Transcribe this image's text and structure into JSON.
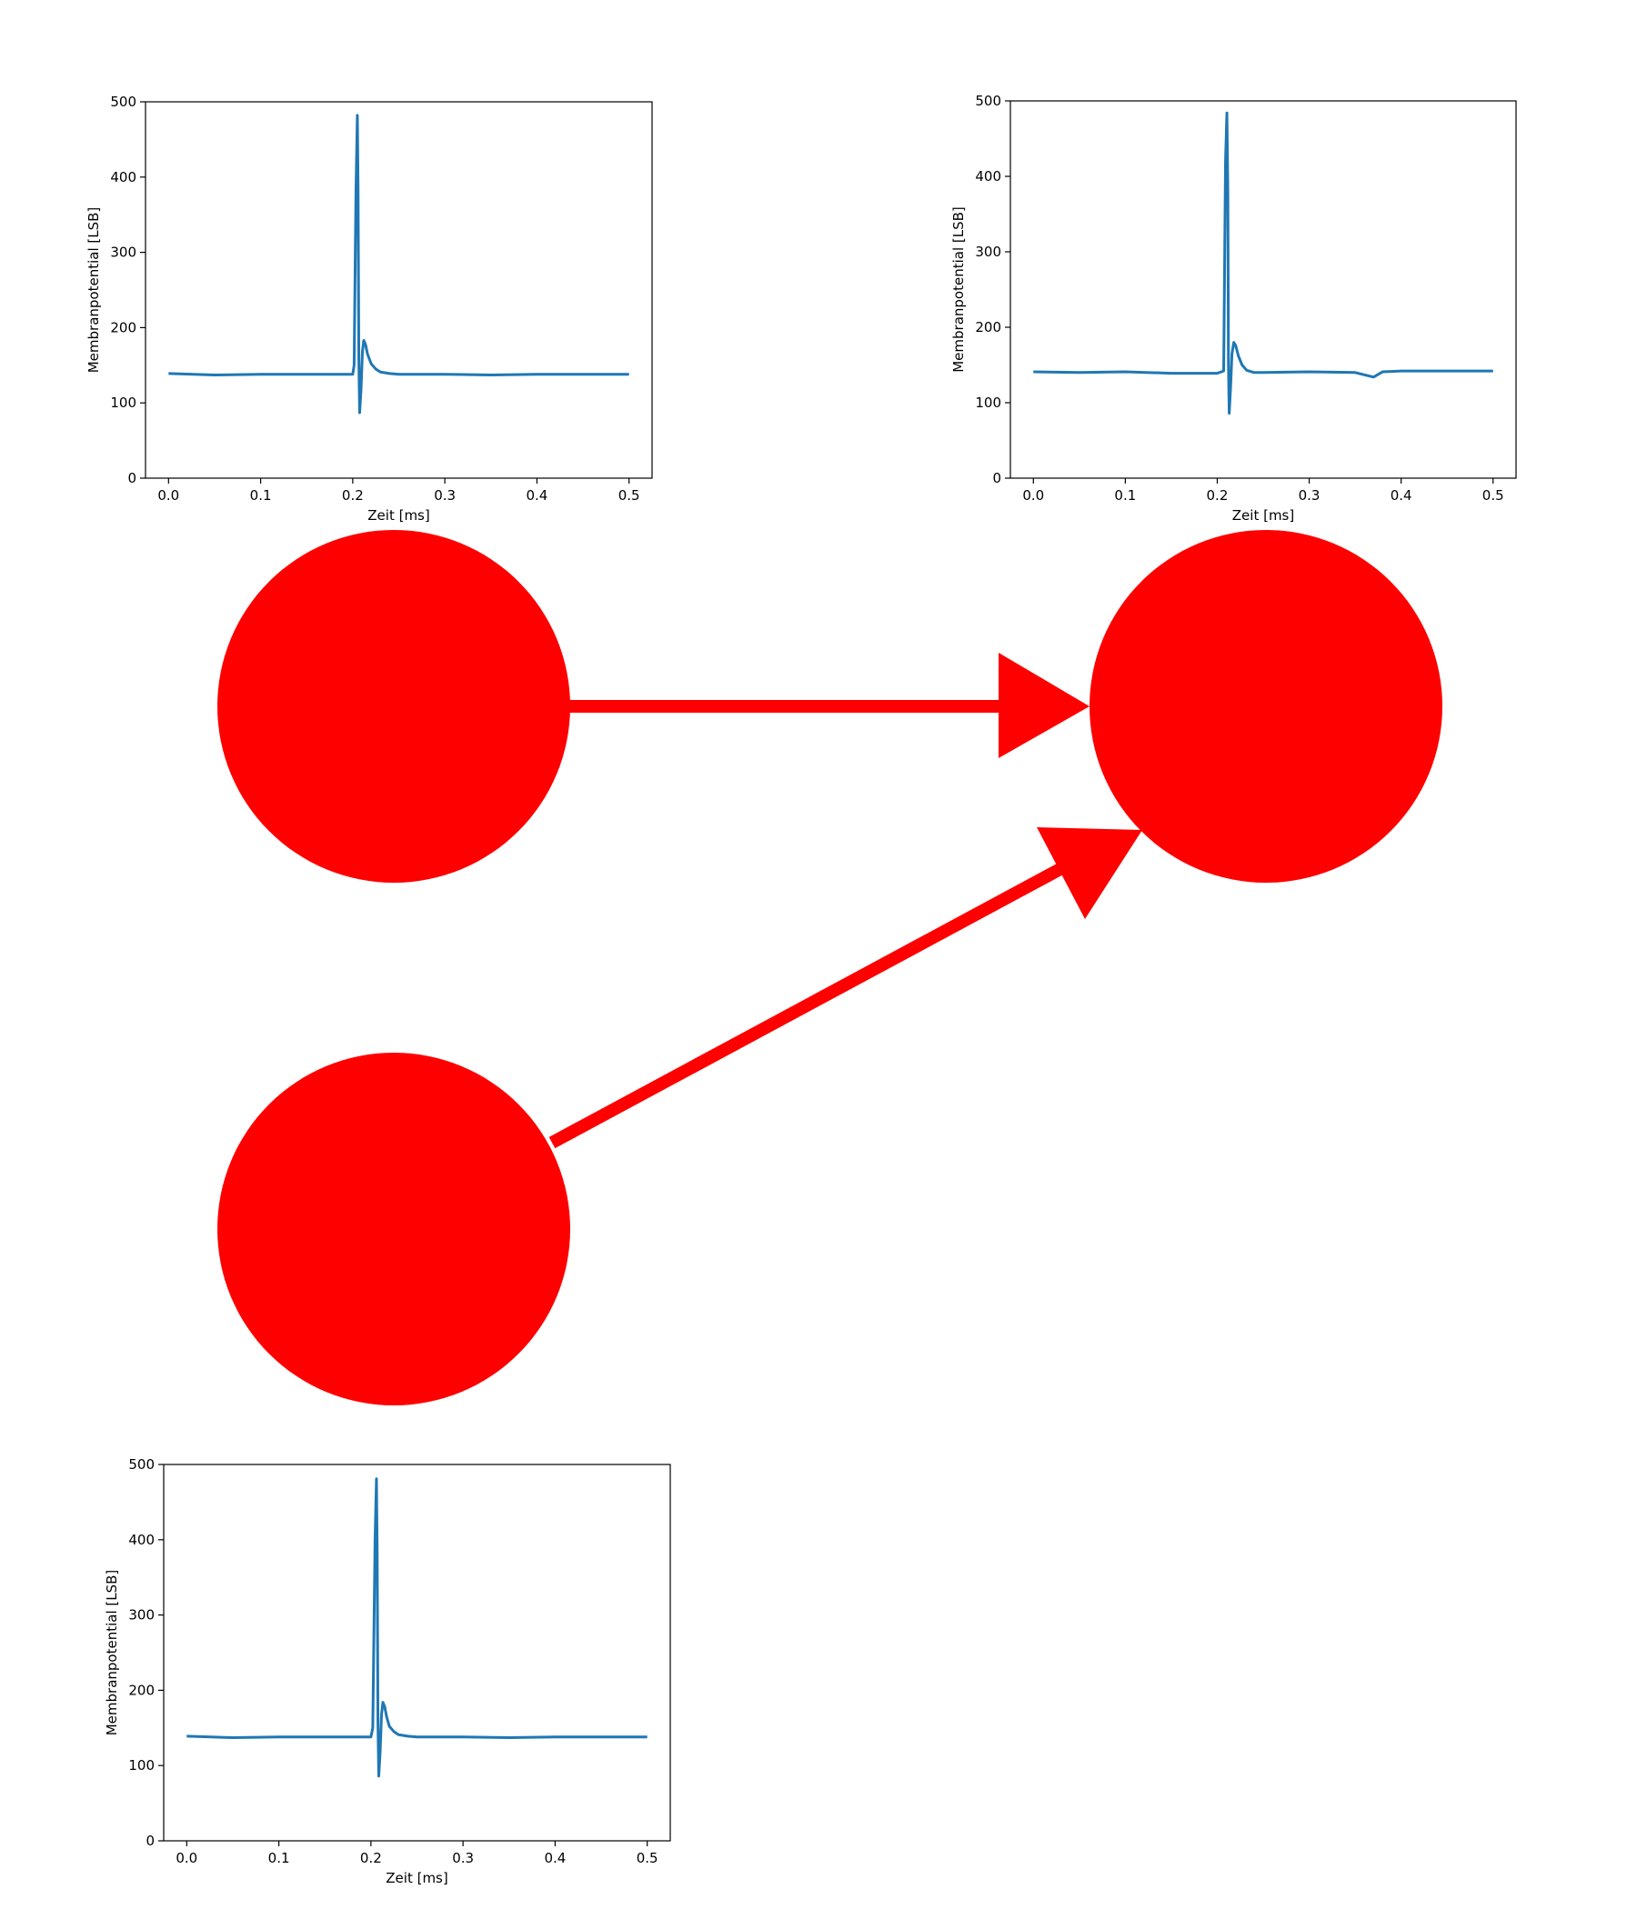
{
  "colors": {
    "neuron": "#ff0000",
    "trace": "#1f77b4",
    "axis": "#000000",
    "background": "#ffffff"
  },
  "neurons": [
    {
      "id": "presynaptic-top-left"
    },
    {
      "id": "postsynaptic-top-right"
    },
    {
      "id": "presynaptic-bottom-left"
    }
  ],
  "connections": [
    {
      "from": "presynaptic-top-left",
      "to": "postsynaptic-top-right"
    },
    {
      "from": "presynaptic-bottom-left",
      "to": "postsynaptic-top-right"
    }
  ],
  "chart_data": [
    {
      "type": "line",
      "title": "",
      "xlabel": "Zeit [ms]",
      "ylabel": "Membranpotential [LSB]",
      "xlim": [
        -0.025,
        0.525
      ],
      "ylim": [
        0,
        500
      ],
      "xticks": [
        "0.0",
        "0.1",
        "0.2",
        "0.3",
        "0.4",
        "0.5"
      ],
      "yticks": [
        "0",
        "100",
        "200",
        "300",
        "400",
        "500"
      ],
      "grid": false,
      "series": [
        {
          "x": [
            0.0,
            0.05,
            0.1,
            0.15,
            0.2,
            0.2015,
            0.2035,
            0.205,
            0.2058,
            0.2066,
            0.2075,
            0.209,
            0.2105,
            0.212,
            0.214,
            0.216,
            0.22,
            0.225,
            0.23,
            0.24,
            0.25,
            0.3,
            0.35,
            0.4,
            0.45,
            0.5
          ],
          "y": [
            139,
            137,
            138,
            138,
            138,
            150,
            380,
            482,
            380,
            160,
            87,
            118,
            168,
            183,
            177,
            165,
            152,
            145,
            141,
            139,
            138,
            138,
            137,
            138,
            138,
            138
          ]
        }
      ]
    },
    {
      "type": "line",
      "title": "",
      "xlabel": "Zeit [ms]",
      "ylabel": "Membranpotential [LSB]",
      "xlim": [
        -0.025,
        0.525
      ],
      "ylim": [
        0,
        500
      ],
      "xticks": [
        "0.0",
        "0.1",
        "0.2",
        "0.3",
        "0.4",
        "0.5"
      ],
      "yticks": [
        "0",
        "100",
        "200",
        "300",
        "400",
        "500"
      ],
      "grid": false,
      "series": [
        {
          "x": [
            0.0,
            0.05,
            0.1,
            0.15,
            0.2,
            0.207,
            0.209,
            0.2105,
            0.2115,
            0.2122,
            0.213,
            0.2145,
            0.216,
            0.218,
            0.22,
            0.223,
            0.227,
            0.232,
            0.24,
            0.25,
            0.3,
            0.35,
            0.37,
            0.38,
            0.4,
            0.45,
            0.5
          ],
          "y": [
            141,
            140,
            141,
            139,
            139,
            142,
            420,
            484,
            380,
            150,
            86,
            120,
            165,
            180,
            176,
            162,
            150,
            143,
            140,
            140,
            141,
            140,
            134,
            141,
            142,
            142,
            142
          ]
        }
      ]
    },
    {
      "type": "line",
      "title": "",
      "xlabel": "Zeit [ms]",
      "ylabel": "Membranpotential [LSB]",
      "xlim": [
        -0.025,
        0.525
      ],
      "ylim": [
        0,
        500
      ],
      "xticks": [
        "0.0",
        "0.1",
        "0.2",
        "0.3",
        "0.4",
        "0.5"
      ],
      "yticks": [
        "0",
        "100",
        "200",
        "300",
        "400",
        "500"
      ],
      "grid": false,
      "series": [
        {
          "x": [
            0.0,
            0.05,
            0.1,
            0.15,
            0.2,
            0.202,
            0.2045,
            0.206,
            0.2068,
            0.2076,
            0.2085,
            0.21,
            0.2115,
            0.213,
            0.215,
            0.217,
            0.22,
            0.225,
            0.23,
            0.24,
            0.25,
            0.3,
            0.35,
            0.4,
            0.45,
            0.5
          ],
          "y": [
            139,
            137,
            138,
            138,
            138,
            150,
            400,
            481,
            380,
            160,
            86,
            118,
            168,
            184,
            178,
            165,
            152,
            145,
            141,
            139,
            138,
            138,
            137,
            138,
            138,
            138
          ]
        }
      ]
    }
  ]
}
